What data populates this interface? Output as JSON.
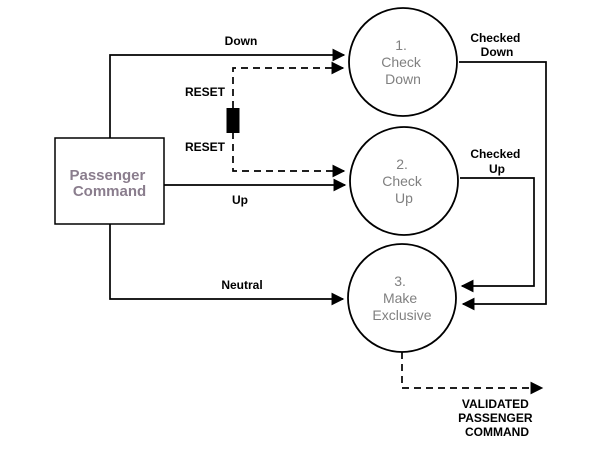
{
  "diagram": {
    "type": "data-flow-diagram",
    "background_color": "#ffffff",
    "line_color": "#000000",
    "label_color": "#000000",
    "process_text_color": "#808080",
    "source_text_color": "#8a7d8d",
    "source_box": {
      "line1": "Passenger",
      "line2": "Command"
    },
    "processes": [
      {
        "number": "1.",
        "line1": "Check",
        "line2": "Down"
      },
      {
        "number": "2.",
        "line1": "Check",
        "line2": "Up"
      },
      {
        "number": "3.",
        "line1": "Make",
        "line2": "Exclusive"
      }
    ],
    "edges": {
      "down_label": "Down",
      "up_label": "Up",
      "neutral_label": "Neutral",
      "reset_top_label": "RESET",
      "reset_bottom_label": "RESET",
      "checked_down_line1": "Checked",
      "checked_down_line2": "Down",
      "checked_up_line1": "Checked",
      "checked_up_line2": "Up",
      "output_line1": "VALIDATED",
      "output_line2": "PASSENGER",
      "output_line3": "COMMAND"
    }
  }
}
